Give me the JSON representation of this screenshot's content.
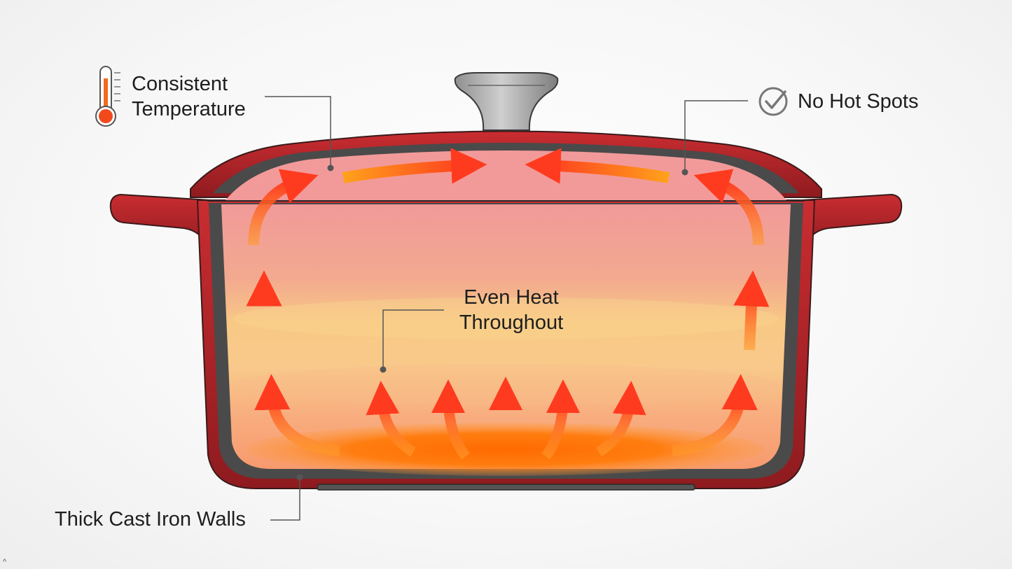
{
  "labels": {
    "consistent_temperature": [
      "Consistent",
      "Temperature"
    ],
    "no_hot_spots": "No Hot Spots",
    "even_heat": [
      "Even Heat",
      "Throughout"
    ],
    "thick_walls": "Thick Cast Iron Walls",
    "corner_mark": "^"
  },
  "icons": {
    "consistent_temperature": "thermometer-icon",
    "no_hot_spots": "check-circle-icon"
  },
  "colors": {
    "enamel_red": "#b9252a",
    "enamel_dark": "#8e1b1f",
    "iron_gray": "#4a4a4a",
    "heat_orange": "#ff7a18",
    "heat_red": "#ff3b1f",
    "warm_yellow": "#f8cf86",
    "knob_silver": "#a8a8a8"
  }
}
